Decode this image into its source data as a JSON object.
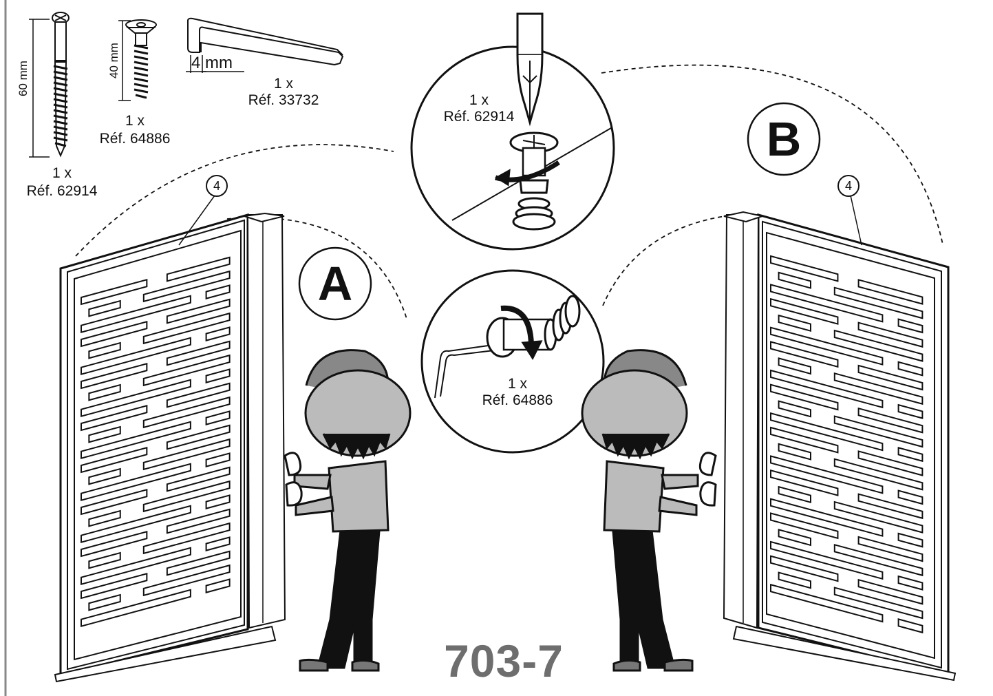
{
  "parts": [
    {
      "qty": "1 x",
      "ref": "Réf. 62914",
      "dimension": "60 mm"
    },
    {
      "qty": "1 x",
      "ref": "Réf. 64886",
      "dimension": "40 mm"
    },
    {
      "qty": "1 x",
      "ref": "Réf. 33732",
      "dimension": "4 mm"
    }
  ],
  "detail_top": {
    "qty": "1 x",
    "ref": "Réf. 62914"
  },
  "detail_bottom": {
    "qty": "1 x",
    "ref": "Réf. 64886"
  },
  "panel_a": {
    "label": "A",
    "callout": "4"
  },
  "panel_b": {
    "label": "B",
    "callout": "4"
  },
  "step_number": "703-7"
}
